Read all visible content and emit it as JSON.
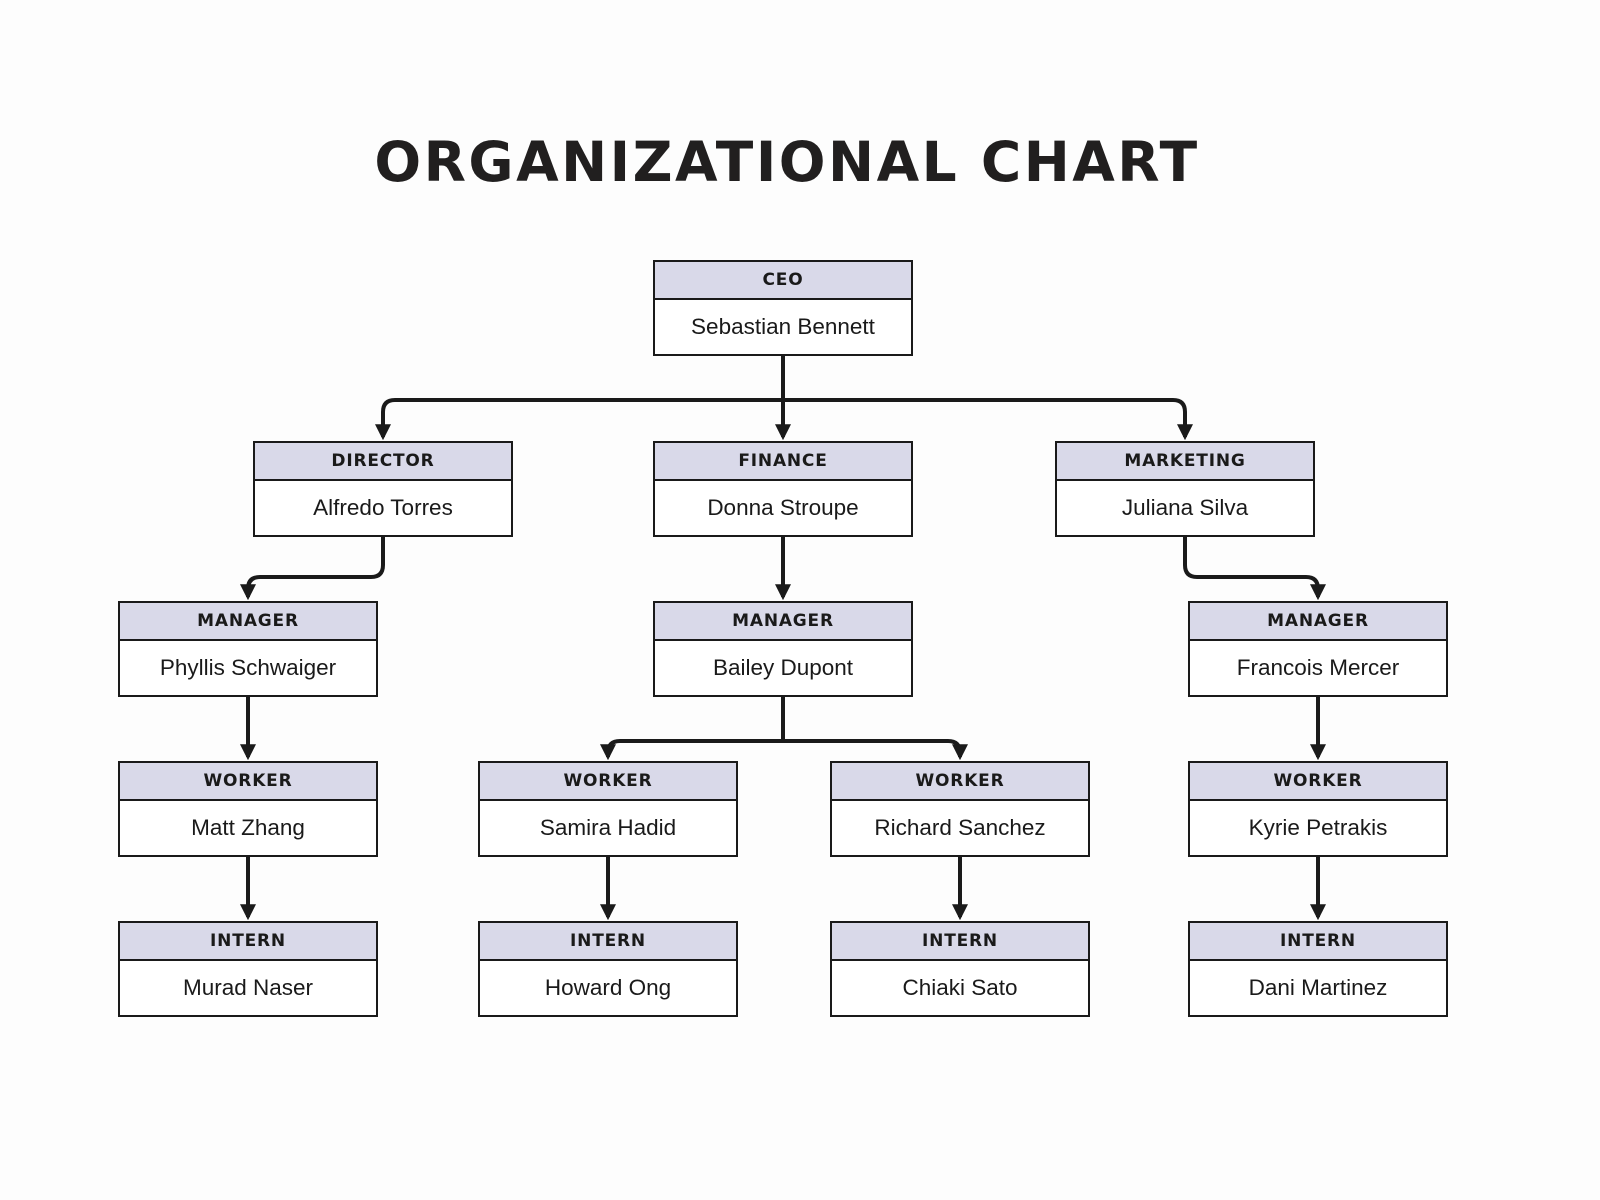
{
  "title": "ORGANIZATIONAL CHART",
  "colors": {
    "background": "#fdfdfd",
    "box_header_fill": "#d9d9e9",
    "box_body_fill": "#ffffff",
    "border": "#1a1a1a",
    "text": "#1a1a1a",
    "connector": "#1a1a1a"
  },
  "nodes": [
    {
      "id": "ceo",
      "role": "CEO",
      "name": "Sebastian Bennett",
      "parent": null
    },
    {
      "id": "director",
      "role": "DIRECTOR",
      "name": "Alfredo Torres",
      "parent": "ceo"
    },
    {
      "id": "finance",
      "role": "FINANCE",
      "name": "Donna Stroupe",
      "parent": "ceo"
    },
    {
      "id": "marketing",
      "role": "MARKETING",
      "name": "Juliana Silva",
      "parent": "ceo"
    },
    {
      "id": "manager-1",
      "role": "MANAGER",
      "name": "Phyllis Schwaiger",
      "parent": "director"
    },
    {
      "id": "manager-2",
      "role": "MANAGER",
      "name": "Bailey Dupont",
      "parent": "finance"
    },
    {
      "id": "manager-3",
      "role": "MANAGER",
      "name": "Francois Mercer",
      "parent": "marketing"
    },
    {
      "id": "worker-1",
      "role": "WORKER",
      "name": "Matt Zhang",
      "parent": "manager-1"
    },
    {
      "id": "worker-2",
      "role": "WORKER",
      "name": "Samira Hadid",
      "parent": "manager-2"
    },
    {
      "id": "worker-3",
      "role": "WORKER",
      "name": "Richard Sanchez",
      "parent": "manager-2"
    },
    {
      "id": "worker-4",
      "role": "WORKER",
      "name": "Kyrie Petrakis",
      "parent": "manager-3"
    },
    {
      "id": "intern-1",
      "role": "INTERN",
      "name": "Murad Naser",
      "parent": "worker-1"
    },
    {
      "id": "intern-2",
      "role": "INTERN",
      "name": "Howard Ong",
      "parent": "worker-2"
    },
    {
      "id": "intern-3",
      "role": "INTERN",
      "name": "Chiaki Sato",
      "parent": "worker-3"
    },
    {
      "id": "intern-4",
      "role": "INTERN",
      "name": "Dani Martinez",
      "parent": "worker-4"
    }
  ]
}
